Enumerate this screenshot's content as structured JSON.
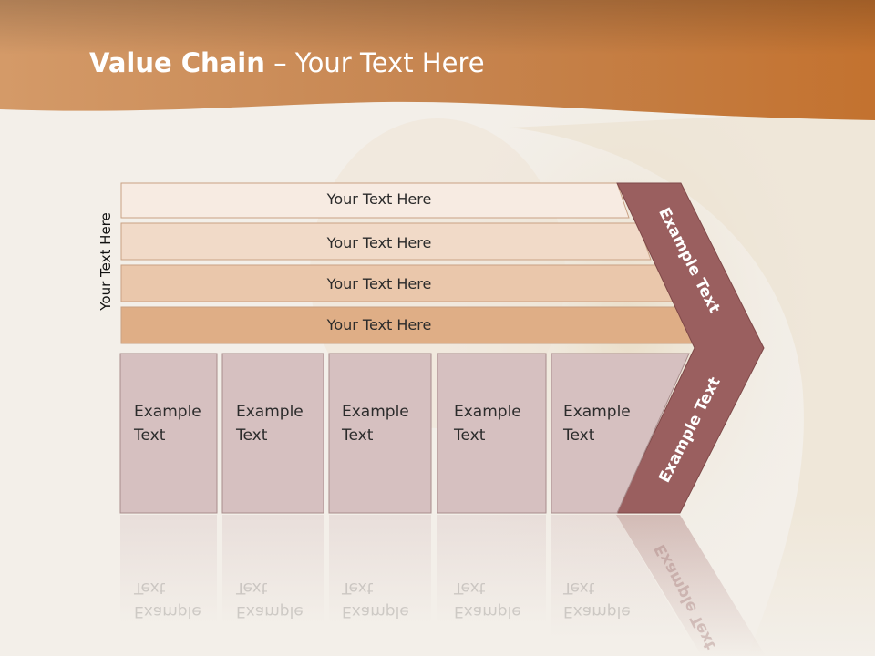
{
  "title": {
    "bold": "Value Chain",
    "rest": " – Your Text Here"
  },
  "side_label": "Your Text Here",
  "rows": [
    {
      "label": "Your Text Here"
    },
    {
      "label": "Your Text Here"
    },
    {
      "label": "Your Text Here"
    },
    {
      "label": "Your Text Here"
    }
  ],
  "boxes": [
    {
      "line1": "Example",
      "line2": "Text"
    },
    {
      "line1": "Example",
      "line2": "Text"
    },
    {
      "line1": "Example",
      "line2": "Text"
    },
    {
      "line1": "Example",
      "line2": "Text"
    },
    {
      "line1": "Example",
      "line2": "Text"
    }
  ],
  "chevron": {
    "upper": "Example Text",
    "lower": "Example Text"
  },
  "colors": {
    "header": "#c98448",
    "row_fills": [
      "#f7ebe2",
      "#f1dac8",
      "#eac7ab",
      "#dfae86"
    ],
    "box_fill": "#d6c0c0",
    "chevron_fill": "#9a5f5f",
    "background": "#f3efe9"
  }
}
